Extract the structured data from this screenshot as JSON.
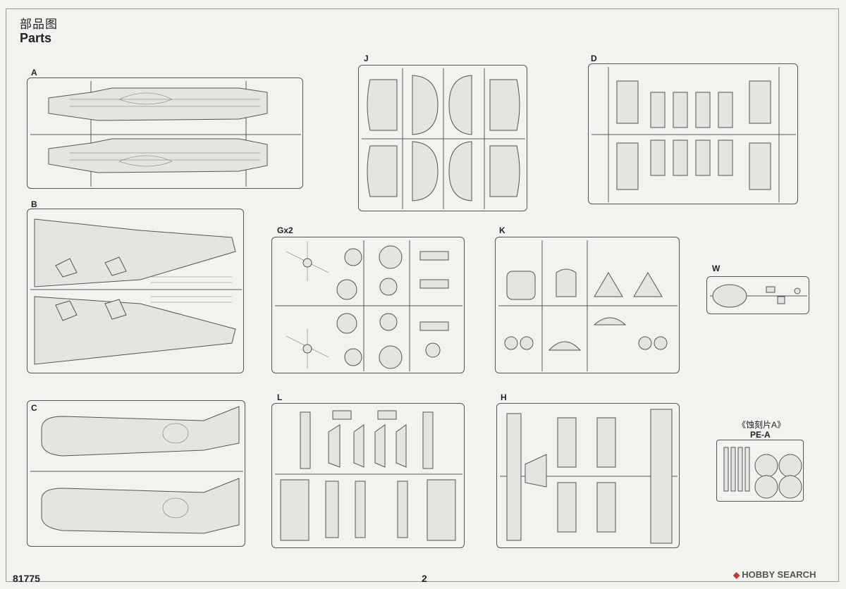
{
  "header": {
    "title_cn": "部品图",
    "title_en": "Parts"
  },
  "sprues": {
    "A": "A",
    "B": "B",
    "C": "C",
    "J": "J",
    "D": "D",
    "G": "Gx2",
    "K": "K",
    "W": "W",
    "L": "L",
    "H": "H"
  },
  "photo_etch": {
    "title": "《蚀刻片A》",
    "subtitle": "PE-A"
  },
  "footer": {
    "product_code": "81775",
    "page_number": "2"
  },
  "watermark": {
    "logo": "◆",
    "text": "HOBBY SEARCH"
  }
}
